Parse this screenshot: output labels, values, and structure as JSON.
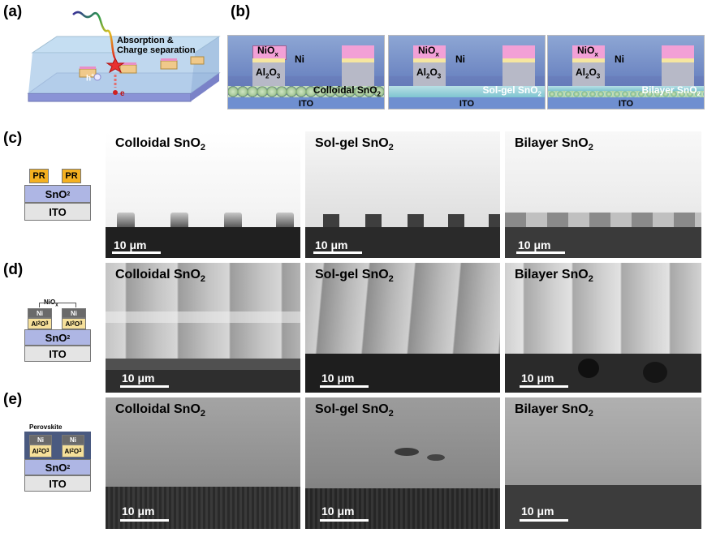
{
  "labels": {
    "a": "(a)",
    "b": "(b)",
    "c": "(c)",
    "d": "(d)",
    "e": "(e)"
  },
  "panel_a": {
    "absorption_line1": "Absorption &",
    "absorption_line2": "Charge separation",
    "hole": "h",
    "hole_sup": "+",
    "electron": "e"
  },
  "panel_b": [
    {
      "nio": "NiO",
      "nio_sub": "x",
      "ni": "Ni",
      "al": "Al",
      "al_sub1": "2",
      "al_mid": "O",
      "al_sub2": "3",
      "layer_name": "Colloidal SnO",
      "layer_sub": "2",
      "ito": "ITO"
    },
    {
      "nio": "NiO",
      "nio_sub": "x",
      "ni": "Ni",
      "al": "Al",
      "al_sub1": "2",
      "al_mid": "O",
      "al_sub2": "3",
      "layer_name": "Sol-gel SnO",
      "layer_sub": "2",
      "ito": "ITO"
    },
    {
      "nio": "NiO",
      "nio_sub": "x",
      "ni": "Ni",
      "al": "Al",
      "al_sub1": "2",
      "al_mid": "O",
      "al_sub2": "3",
      "layer_name": "Bilayer SnO",
      "layer_sub": "2",
      "ito": "ITO"
    }
  ],
  "schematic_c": {
    "pr1": "PR",
    "pr2": "PR",
    "sno": "SnO",
    "sno_sub": "2",
    "ito": "ITO"
  },
  "schematic_d": {
    "nio": "NiO",
    "nio_sub": "x",
    "ni1": "Ni",
    "ni2": "Ni",
    "al1": "Al",
    "al1_sub1": "2",
    "al1_mid": "O",
    "al1_sub2": "3",
    "al2": "Al",
    "al2_sub1": "2",
    "al2_mid": "O",
    "al2_sub2": "3",
    "sno": "SnO",
    "sno_sub": "2",
    "ito": "ITO"
  },
  "schematic_e": {
    "perovskite": "Perovskite",
    "ni1": "Ni",
    "ni2": "Ni",
    "al1": "Al",
    "al1_sub1": "2",
    "al1_mid": "O",
    "al1_sub2": "3",
    "al2": "Al",
    "al2_sub1": "2",
    "al2_mid": "O",
    "al2_sub2": "3",
    "sno": "SnO",
    "sno_sub": "2",
    "ito": "ITO"
  },
  "sem_titles": {
    "colloidal": "Colloidal SnO",
    "solgel": "Sol-gel SnO",
    "bilayer": "Bilayer SnO",
    "sub": "2"
  },
  "scale_bar": "10 μm"
}
